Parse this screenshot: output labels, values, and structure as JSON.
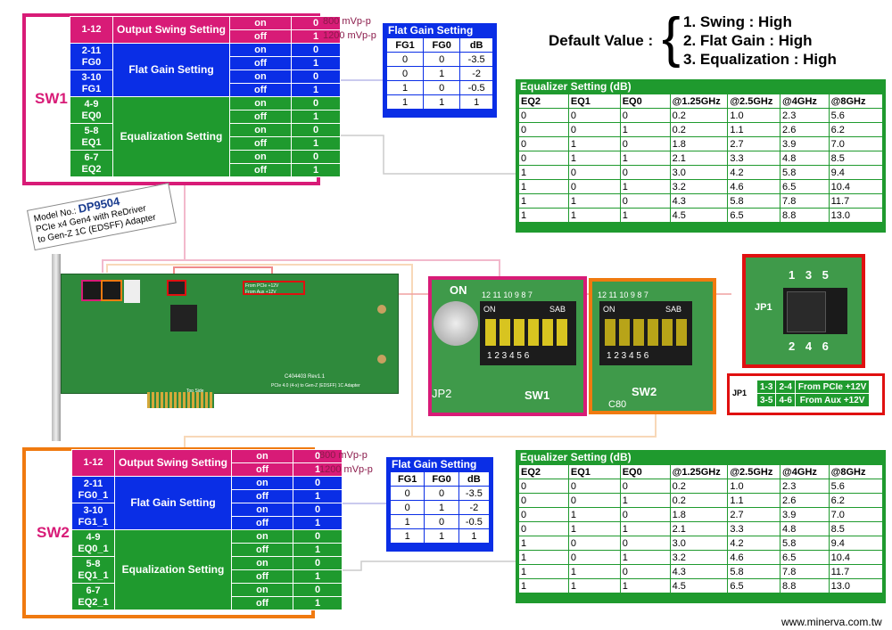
{
  "sw1": {
    "label": "SW1",
    "rows": [
      {
        "pins": "1-12",
        "name": "Output Swing Setting",
        "states": [
          [
            "on",
            "0"
          ],
          [
            "off",
            "1"
          ]
        ],
        "color": "mag"
      },
      {
        "pins": "2-11\nFG0",
        "name": "Flat Gain Setting",
        "states": [
          [
            "on",
            "0"
          ],
          [
            "off",
            "1"
          ]
        ],
        "color": "blu"
      },
      {
        "pins": "3-10\nFG1",
        "name": "",
        "states": [
          [
            "on",
            "0"
          ],
          [
            "off",
            "1"
          ]
        ],
        "color": "blu"
      },
      {
        "pins": "4-9\nEQ0",
        "name": "Equalization Setting",
        "states": [
          [
            "on",
            "0"
          ],
          [
            "off",
            "1"
          ]
        ],
        "color": "grn"
      },
      {
        "pins": "5-8\nEQ1",
        "name": "",
        "states": [
          [
            "on",
            "0"
          ],
          [
            "off",
            "1"
          ]
        ],
        "color": "grn"
      },
      {
        "pins": "6-7\nEQ2",
        "name": "",
        "states": [
          [
            "on",
            "0"
          ],
          [
            "off",
            "1"
          ]
        ],
        "color": "grn"
      }
    ],
    "mvp_on": "800 mVp-p",
    "mvp_off": "1200 mVp-p"
  },
  "sw2": {
    "label": "SW2",
    "rows": [
      {
        "pins": "1-12",
        "name": "Output Swing Setting",
        "states": [
          [
            "on",
            "0"
          ],
          [
            "off",
            "1"
          ]
        ],
        "color": "mag"
      },
      {
        "pins": "2-11\nFG0_1",
        "name": "Flat Gain Setting",
        "states": [
          [
            "on",
            "0"
          ],
          [
            "off",
            "1"
          ]
        ],
        "color": "blu"
      },
      {
        "pins": "3-10\nFG1_1",
        "name": "",
        "states": [
          [
            "on",
            "0"
          ],
          [
            "off",
            "1"
          ]
        ],
        "color": "blu"
      },
      {
        "pins": "4-9\nEQ0_1",
        "name": "Equalization Setting",
        "states": [
          [
            "on",
            "0"
          ],
          [
            "off",
            "1"
          ]
        ],
        "color": "grn"
      },
      {
        "pins": "5-8\nEQ1_1",
        "name": "",
        "states": [
          [
            "on",
            "0"
          ],
          [
            "off",
            "1"
          ]
        ],
        "color": "grn"
      },
      {
        "pins": "6-7\nEQ2_1",
        "name": "",
        "states": [
          [
            "on",
            "0"
          ],
          [
            "off",
            "1"
          ]
        ],
        "color": "grn"
      }
    ],
    "mvp_on": "800 mVp-p",
    "mvp_off": "1200 mVp-p"
  },
  "flat_gain": {
    "title": "Flat Gain Setting",
    "headers": [
      "FG1",
      "FG0",
      "dB"
    ],
    "rows": [
      [
        "0",
        "0",
        "-3.5"
      ],
      [
        "0",
        "1",
        "-2"
      ],
      [
        "1",
        "0",
        "-0.5"
      ],
      [
        "1",
        "1",
        "1"
      ]
    ]
  },
  "equalizer": {
    "title": "Equalizer Setting (dB)",
    "headers": [
      "EQ2",
      "EQ1",
      "EQ0",
      "@1.25GHz",
      "@2.5GHz",
      "@4GHz",
      "@8GHz"
    ],
    "rows": [
      [
        "0",
        "0",
        "0",
        "0.2",
        "1.0",
        "2.3",
        "5.6"
      ],
      [
        "0",
        "0",
        "1",
        "0.2",
        "1.1",
        "2.6",
        "6.2"
      ],
      [
        "0",
        "1",
        "0",
        "1.8",
        "2.7",
        "3.9",
        "7.0"
      ],
      [
        "0",
        "1",
        "1",
        "2.1",
        "3.3",
        "4.8",
        "8.5"
      ],
      [
        "1",
        "0",
        "0",
        "3.0",
        "4.2",
        "5.8",
        "9.4"
      ],
      [
        "1",
        "0",
        "1",
        "3.2",
        "4.6",
        "6.5",
        "10.4"
      ],
      [
        "1",
        "1",
        "0",
        "4.3",
        "5.8",
        "7.8",
        "11.7"
      ],
      [
        "1",
        "1",
        "1",
        "4.5",
        "6.5",
        "8.8",
        "13.0"
      ]
    ]
  },
  "default_value": {
    "label": "Default Value :",
    "items": [
      "1. Swing : High",
      "2. Flat Gain : High",
      "3. Equalization : High"
    ]
  },
  "model": {
    "prefix": "Model No.:",
    "number": "DP9504",
    "line1": "PCIe x4 Gen4 with ReDriver",
    "line2": "to Gen-Z 1C (EDSFF) Adapter"
  },
  "dip": {
    "on": "ON",
    "sab": "SAB",
    "top_numbers": "12 11 10 9 8 7",
    "bottom_numbers": "1 2 3 4 5 6",
    "sw1_label": "SW1",
    "sw2_label": "SW2",
    "jp2_label": "JP2",
    "c80_label": "C80"
  },
  "jumper": {
    "label": "JP1",
    "top_numbers": "1 3 5",
    "bottom_numbers": "2 4 6",
    "rows": [
      [
        "1-3",
        "2-4",
        "From PCIe +12V"
      ],
      [
        "3-5",
        "4-6",
        "From Aux +12V"
      ]
    ]
  },
  "board": {
    "top_side": "Top Side",
    "part": "C404403 Rev1.1",
    "desc": "PCIe 4.0 (4-x) to Gen-Z (EDSFF) 1C Adapter"
  },
  "footer": "www.minerva.com.tw",
  "colors": {
    "magenta": "#d81b77",
    "blue": "#0a2ee6",
    "green": "#1f9a2e",
    "orange": "#f07a10",
    "red": "#e01010"
  }
}
